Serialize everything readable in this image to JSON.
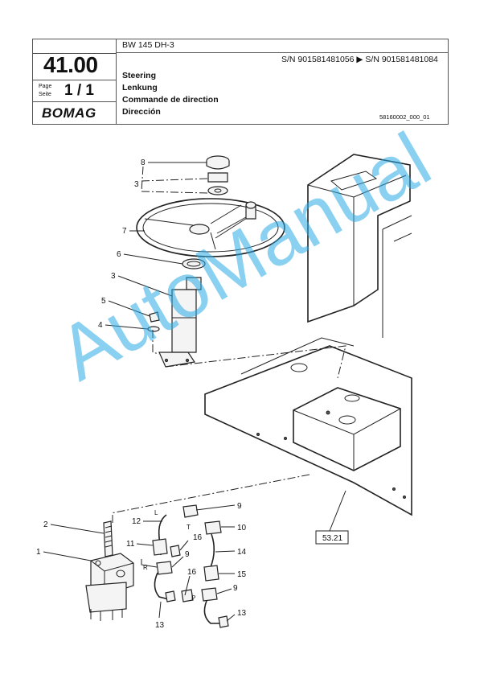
{
  "header": {
    "model": "BW 145 DH-3",
    "serial_range": "S/N 901581481056  ▶  S/N 901581481084",
    "group_number": "41.00",
    "page_label_1": "Page",
    "page_label_2": "Seite",
    "page_number": "1 / 1",
    "brand": "BOMAG",
    "titles": [
      "Steering",
      "Lenkung",
      "Commande de direction",
      "Dirección"
    ],
    "drawing_code": "58160002_000_01"
  },
  "drawing": {
    "callouts": {
      "c8": "8",
      "c3a": "3",
      "c7": "7",
      "c6": "6",
      "c3b": "3",
      "c5": "5",
      "c4": "4",
      "c2": "2",
      "c1": "1",
      "c12": "12",
      "c9a": "9",
      "c10": "10",
      "c11": "11",
      "c16a": "16",
      "c9b": "9",
      "c14": "14",
      "c16b": "16",
      "c15": "15",
      "c9c": "9",
      "c13a": "13",
      "c13b": "13"
    },
    "port_labels": {
      "L": "L",
      "T": "T",
      "R": "R",
      "P": "P"
    },
    "reference_box": "53.21"
  },
  "watermark": "AutoManual"
}
